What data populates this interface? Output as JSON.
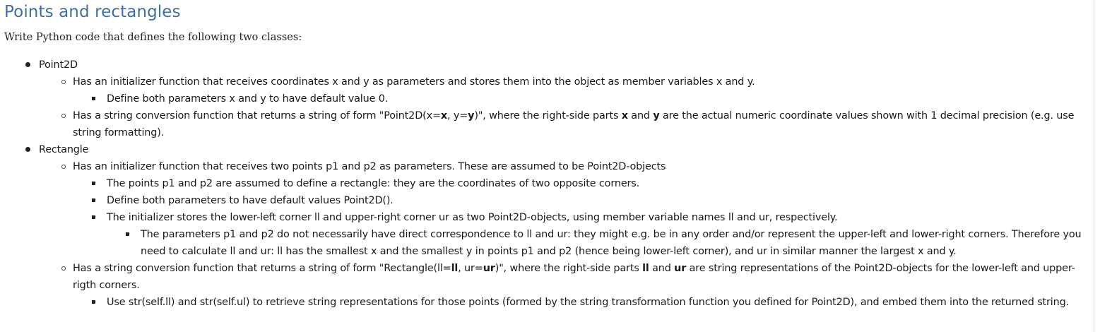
{
  "title": "Points and rectangles",
  "intro": "Write Python code that defines the following two classes:",
  "items": {
    "point2d": "Point2D",
    "p_init": "Has an initializer function that receives coordinates x and y as parameters and stores them into the object as member variables x and y.",
    "p_init_sub": "Define both parameters x and y to have default value 0.",
    "p_str_a": "Has a string conversion function that returns a string of form \"Point2D(x=",
    "p_str_x": "x",
    "p_str_b": ", y=",
    "p_str_y": "y",
    "p_str_c": ")\", where the right-side parts ",
    "p_str_x2": "x",
    "p_str_d": " and ",
    "p_str_y2": "y",
    "p_str_e": " are the actual numeric coordinate values shown with 1 decimal precision (e.g. use string formatting).",
    "rectangle": "Rectangle",
    "r_init": "Has an initializer function that receives two points p1 and p2 as parameters. These are assumed to be Point2D-objects",
    "r_init_sub1": "The points p1 and p2 are assumed to define a rectangle: they are the coordinates of two opposite corners.",
    "r_init_sub2": "Define both parameters to have default values Point2D().",
    "r_init_sub3": "The initializer stores the lower-left corner ll and upper-right corner ur as two Point2D-objects, using member variable names ll and ur, respectively.",
    "r_init_sub3_sub": "The parameters p1 and p2 do not necessarily have direct correspondence to ll and ur: they might e.g. be in any order and/or represent the upper-left and lower-right corners. Therefore you need to calculate ll and ur: ll has the smallest x and the smallest y in points p1 and p2 (hence being lower-left corner), and ur in similar manner the largest x and y.",
    "r_str_a": "Has a string conversion function that returns a string of form \"Rectangle(ll=",
    "r_str_ll": "ll",
    "r_str_b": ", ur=",
    "r_str_ur": "ur",
    "r_str_c": ")\", where the right-side parts ",
    "r_str_ll2": "ll",
    "r_str_d": " and ",
    "r_str_ur2": "ur",
    "r_str_e": " are string representations of the Point2D-objects for the lower-left and upper-rigth corners.",
    "r_str_sub": "Use str(self.ll) and str(self.ul) to retrieve string representations for those points (formed by the string transformation function you defined for Point2D), and embed them into the returned string."
  }
}
